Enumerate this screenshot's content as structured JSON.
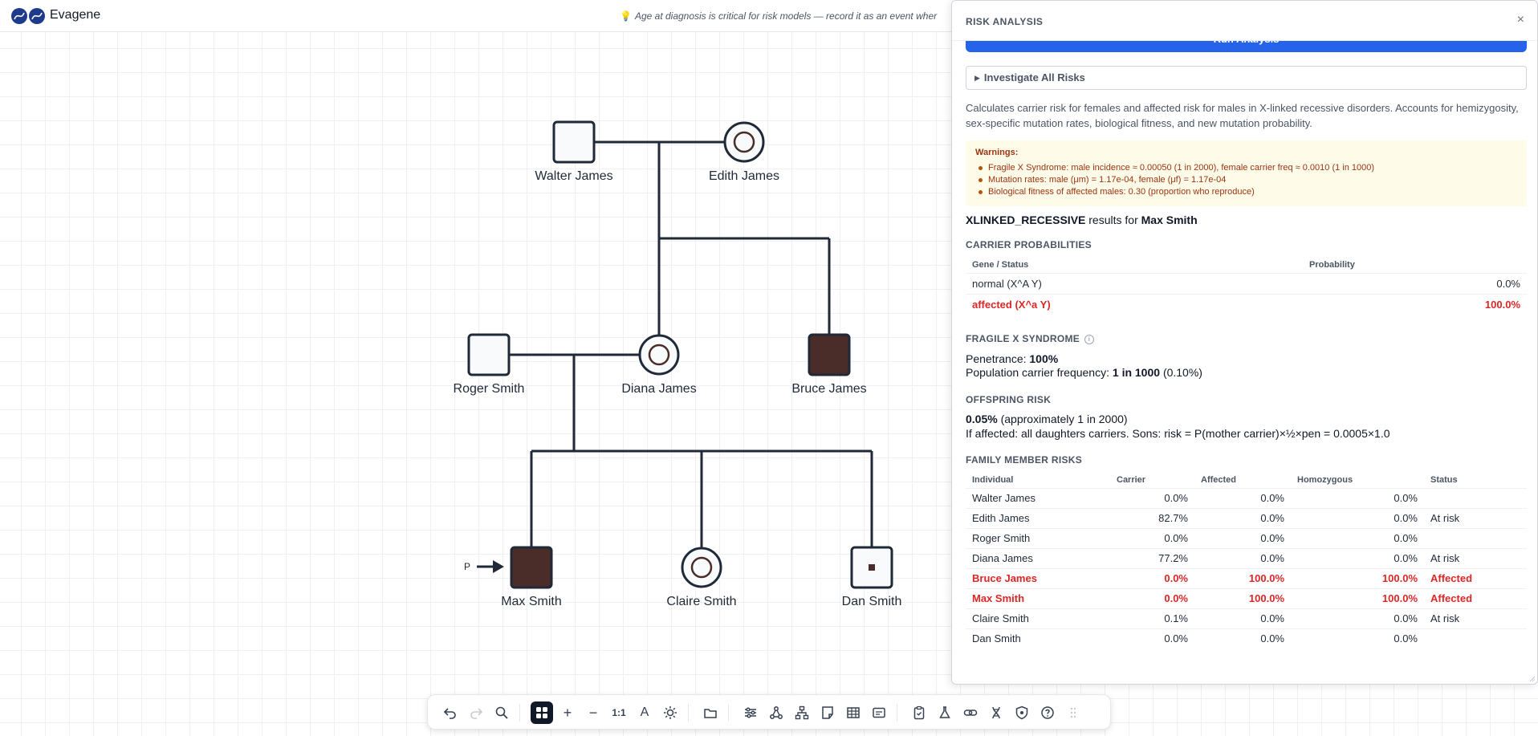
{
  "app": {
    "title": "Evagene"
  },
  "tip": {
    "icon": "lightbulb-icon",
    "text": "Age at diagnosis is critical for risk models — record it as an event wher"
  },
  "pedigree": {
    "individuals": [
      {
        "name": "Walter James",
        "sex": "male",
        "affected": false
      },
      {
        "name": "Edith James",
        "sex": "female",
        "carrier": true
      },
      {
        "name": "Roger Smith",
        "sex": "male",
        "affected": false
      },
      {
        "name": "Diana James",
        "sex": "female",
        "carrier": true
      },
      {
        "name": "Bruce James",
        "sex": "male",
        "affected": true
      },
      {
        "name": "Max Smith",
        "sex": "male",
        "affected": true,
        "proband": true
      },
      {
        "name": "Claire Smith",
        "sex": "female",
        "carrier": true
      },
      {
        "name": "Dan Smith",
        "sex": "male",
        "affected": false,
        "marker": true
      }
    ],
    "proband_label": "P"
  },
  "panel": {
    "title": "RISK ANALYSIS",
    "close": "×",
    "run_button": "Run Analysis",
    "investigate": "Investigate All Risks",
    "description": "Calculates carrier risk for females and affected risk for males in X-linked recessive disorders. Accounts for hemizygosity, sex-specific mutation rates, biological fitness, and new mutation probability.",
    "warnings": {
      "title": "Warnings:",
      "items": [
        "Fragile X Syndrome: male incidence ≈ 0.00050 (1 in 2000), female carrier freq ≈ 0.0010 (1 in 1000)",
        "Mutation rates: male (μm) = 1.17e-04, female (μf) = 1.17e-04",
        "Biological fitness of affected males: 0.30 (proportion who reproduce)"
      ]
    },
    "result": {
      "model": "XLINKED_RECESSIVE",
      "middle": "results for",
      "individual": "Max Smith"
    },
    "carrier_section": "CARRIER PROBABILITIES",
    "carrier_table": {
      "headers": [
        "Gene / Status",
        "Probability"
      ],
      "rows": [
        {
          "status": "normal (X^A Y)",
          "prob": "0.0%",
          "highlight": false
        },
        {
          "status": "affected (X^a Y)",
          "prob": "100.0%",
          "highlight": true
        }
      ]
    },
    "disease_section": "FRAGILE X SYNDROME",
    "penetrance": {
      "label": "Penetrance:",
      "value": "100%"
    },
    "pop_freq": {
      "label": "Population carrier frequency:",
      "value": "1 in 1000",
      "extra": "(0.10%)"
    },
    "offspring_section": "OFFSPRING RISK",
    "offspring": {
      "value": "0.05%",
      "approx": "(approximately 1 in 2000)",
      "note": "If affected: all daughters carriers. Sons: risk = P(mother carrier)×½×pen = 0.0005×1.0"
    },
    "family_section": "FAMILY MEMBER RISKS",
    "family_table": {
      "headers": [
        "Individual",
        "Carrier",
        "Affected",
        "Homozygous",
        "Status"
      ],
      "rows": [
        {
          "name": "Walter James",
          "carrier": "0.0%",
          "affected": "0.0%",
          "homo": "0.0%",
          "status": "",
          "highlight": false
        },
        {
          "name": "Edith James",
          "carrier": "82.7%",
          "affected": "0.0%",
          "homo": "0.0%",
          "status": "At risk",
          "highlight": false
        },
        {
          "name": "Roger Smith",
          "carrier": "0.0%",
          "affected": "0.0%",
          "homo": "0.0%",
          "status": "",
          "highlight": false
        },
        {
          "name": "Diana James",
          "carrier": "77.2%",
          "affected": "0.0%",
          "homo": "0.0%",
          "status": "At risk",
          "highlight": false
        },
        {
          "name": "Bruce James",
          "carrier": "0.0%",
          "affected": "100.0%",
          "homo": "100.0%",
          "status": "Affected",
          "highlight": true
        },
        {
          "name": "Max Smith",
          "carrier": "0.0%",
          "affected": "100.0%",
          "homo": "100.0%",
          "status": "Affected",
          "highlight": true
        },
        {
          "name": "Claire Smith",
          "carrier": "0.1%",
          "affected": "0.0%",
          "homo": "0.0%",
          "status": "At risk",
          "highlight": false
        },
        {
          "name": "Dan Smith",
          "carrier": "0.0%",
          "affected": "0.0%",
          "homo": "0.0%",
          "status": "",
          "highlight": false
        }
      ]
    }
  },
  "toolbar": {
    "zoom_reset": "1:1",
    "text_tool": "A",
    "zoom_in": "+",
    "zoom_out": "−"
  },
  "colors": {
    "accent": "#2563eb",
    "affected_fill": "#4a2c28",
    "danger": "#dc2626",
    "warning_bg": "#fefbe8"
  }
}
